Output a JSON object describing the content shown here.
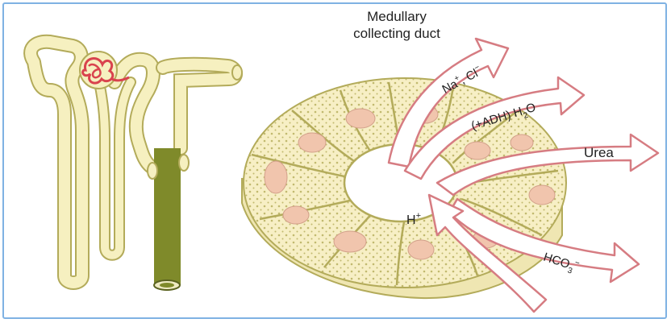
{
  "title_line1": "Medullary",
  "title_line2": "collecting duct",
  "labels": {
    "na": "Na",
    "na_sup": "+",
    "cl": ", Cl",
    "cl_sup": "−",
    "adh": "(+ADH) H",
    "adh_sub": "2",
    "adh_end": "O",
    "urea": "Urea",
    "h": "H",
    "h_sup": "+",
    "hco": "HCO",
    "hco_sub": "3",
    "hco_sup": "−"
  },
  "colors": {
    "frame": "#7fb2e3",
    "tubule": "#f6f0c0",
    "tubule_stroke": "#b3ab5a",
    "duct": "#7f8a2a",
    "glomerulus": "#d9434e",
    "cell_fill": "#f7efc5",
    "nucleus": "#f1c5ad",
    "arrow_stroke": "#d67c82"
  }
}
